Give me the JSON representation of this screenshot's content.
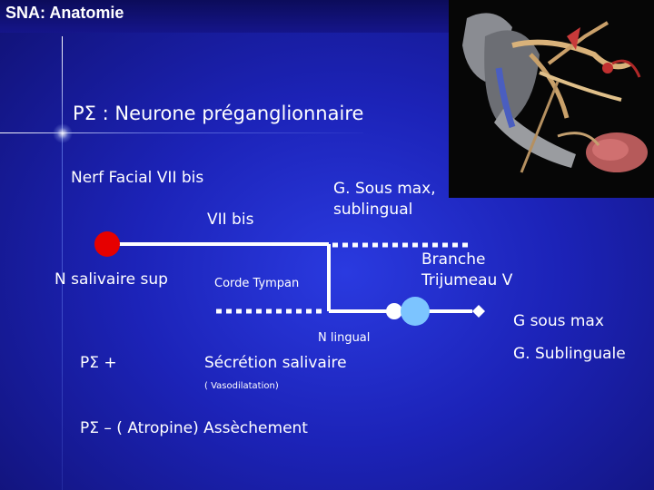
{
  "header": "SNA: Anatomie",
  "slide_title": "PΣ : Neurone préganglionnaire",
  "labels": {
    "nerf_facial": "Nerf Facial VII bis",
    "vii_bis": "VII bis",
    "g_sous_max_line1": "G. Sous max,",
    "g_sous_max_line2": "sublingual",
    "branche_line1": "Branche",
    "branche_line2": "Trijumeau V",
    "n_salivaire": "N salivaire sup",
    "corde_tympan": "Corde Tympan",
    "g_sous_max": "G sous max",
    "n_lingual": "N lingual",
    "g_sublinguale": "G. Sublinguale",
    "p_sigma_plus": "PΣ +",
    "secretion": "Sécrétion salivaire",
    "vasodilatation": "( Vasodilatation)",
    "atropine": "PΣ – ( Atropine)  Assèchement"
  },
  "colors": {
    "background": "#1c23b8",
    "red_node": "#e60000",
    "blue_node": "#7cc4ff",
    "line": "#ffffff"
  }
}
